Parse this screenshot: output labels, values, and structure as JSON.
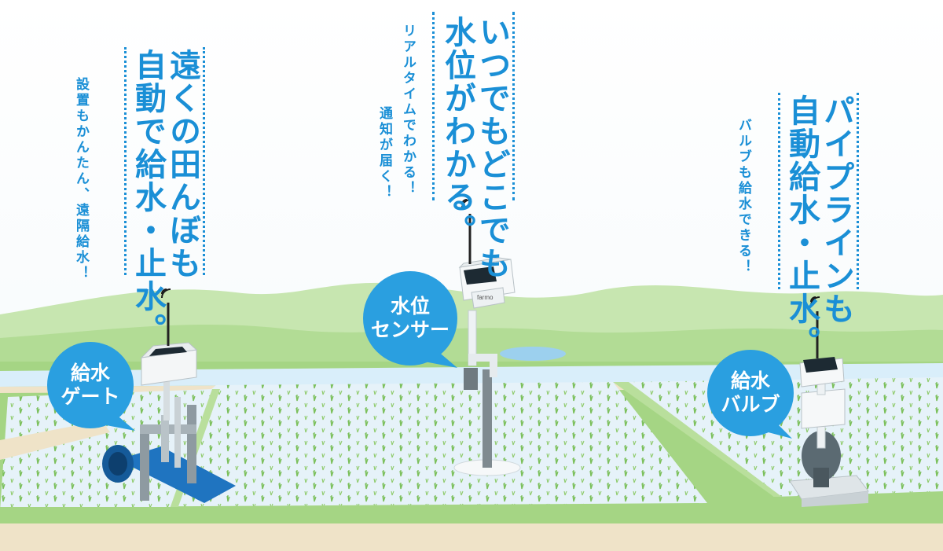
{
  "left": {
    "headline_lines": [
      "遠くの田んぼも",
      "自動で給水・止水。"
    ],
    "sub_lines": [
      "設置もかんたん、遠隔給水！"
    ],
    "bubble_lines": [
      "給水",
      "ゲート"
    ]
  },
  "center": {
    "headline_lines": [
      "いつでもどこでも",
      "水位がわかる。"
    ],
    "sub_lines": [
      "リアルタイムでわかる！",
      "通知が届く！"
    ],
    "bubble_lines": [
      "水位",
      "センサー"
    ],
    "device_brand": "farmo"
  },
  "right": {
    "headline_lines": [
      "パイプラインも",
      "自動給水・止水。"
    ],
    "sub_lines": [
      "バルブも給水できる！"
    ],
    "bubble_lines": [
      "給水",
      "バルブ"
    ]
  },
  "colors": {
    "accent": "#1a8fd6",
    "bubble": "#2a9fe0",
    "field_green": "#9fd27a",
    "water": "#dcedf7",
    "path": "#efe3c8"
  },
  "icons": [
    "wifi-signal-icon",
    "solar-panel-icon",
    "antenna-icon"
  ]
}
